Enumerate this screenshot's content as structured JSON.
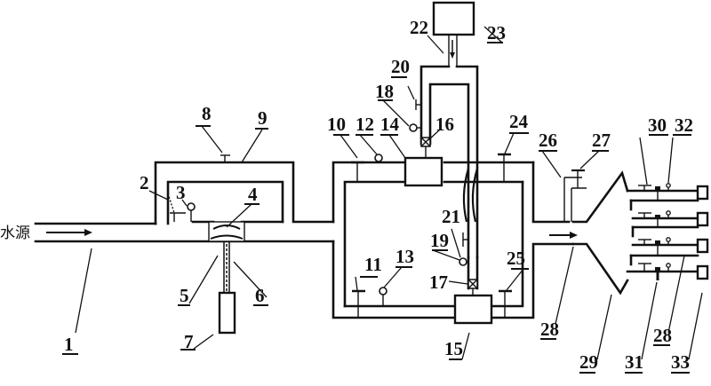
{
  "diagram": {
    "type": "schematic",
    "description": "Water supply piping system schematic with numbered components",
    "source_label": "水源",
    "labels": {
      "l1": "1",
      "l2": "2",
      "l3": "3",
      "l4": "4",
      "l5": "5",
      "l6": "6",
      "l7": "7",
      "l8": "8",
      "l9": "9",
      "l10": "10",
      "l11": "11",
      "l12": "12",
      "l13": "13",
      "l14": "14",
      "l15": "15",
      "l16": "16",
      "l17": "17",
      "l18": "18",
      "l19": "19",
      "l20": "20",
      "l21": "21",
      "l22": "22",
      "l23": "23",
      "l24": "24",
      "l25": "25",
      "l26": "26",
      "l27": "27",
      "l28a": "28",
      "l28b": "28",
      "l29": "29",
      "l30": "30",
      "l31": "31",
      "l32": "32",
      "l33": "33"
    },
    "outlet_count": 4
  }
}
